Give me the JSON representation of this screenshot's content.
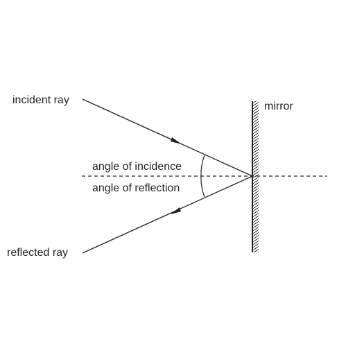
{
  "labels": {
    "incident_ray": "incident ray",
    "mirror": "mirror",
    "angle_of_incidence": "angle of incidence",
    "angle_of_reflection": "angle of reflection",
    "reflected_ray": "reflected ray"
  },
  "colors": {
    "ink": "#231f20",
    "background": "#ffffff"
  }
}
